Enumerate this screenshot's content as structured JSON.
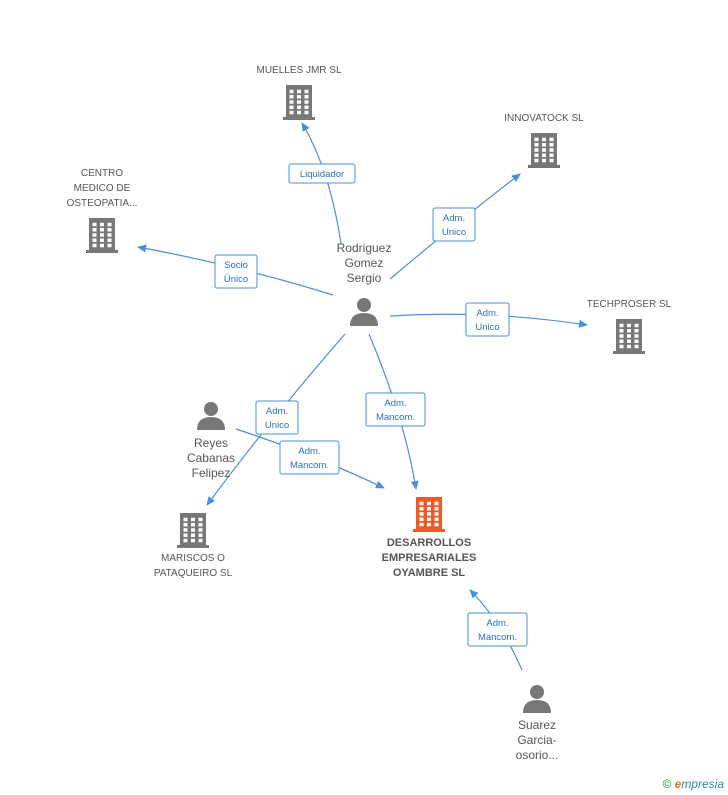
{
  "colors": {
    "edge": "#4a8fdc",
    "node_icon": "#777777",
    "main_icon": "#f05a28",
    "text": "#555555"
  },
  "nodes": {
    "muelles": {
      "type": "company",
      "label": [
        "MUELLES JMR SL"
      ]
    },
    "innovatock": {
      "type": "company",
      "label": [
        "INNOVATOCK SL"
      ]
    },
    "centro": {
      "type": "company",
      "label": [
        "CENTRO",
        "MEDICO DE",
        "OSTEOPATIA..."
      ]
    },
    "techproser": {
      "type": "company",
      "label": [
        "TECHPROSER SL"
      ]
    },
    "mariscos": {
      "type": "company",
      "label": [
        "MARISCOS O",
        "PATAQUEIRO  SL"
      ]
    },
    "desarrollos": {
      "type": "main-company",
      "label": [
        "DESARROLLOS",
        "EMPRESARIALES",
        "OYAMBRE SL"
      ]
    },
    "rodriguez": {
      "type": "person",
      "label": [
        "Rodriguez",
        "Gomez",
        "Sergio"
      ]
    },
    "reyes": {
      "type": "person",
      "label": [
        "Reyes",
        "Cabanas",
        "Felipez"
      ]
    },
    "suarez": {
      "type": "person",
      "label": [
        "Suarez",
        "Garcia-",
        "osorio..."
      ]
    }
  },
  "edges": [
    {
      "id": "rodriguez-muelles",
      "label": [
        "Liquidador"
      ]
    },
    {
      "id": "rodriguez-innovatock",
      "label": [
        "Adm.",
        "Unico"
      ]
    },
    {
      "id": "rodriguez-centro",
      "label": [
        "Socio",
        "Único"
      ]
    },
    {
      "id": "rodriguez-techproser",
      "label": [
        "Adm.",
        "Unico"
      ]
    },
    {
      "id": "rodriguez-mariscos",
      "label": [
        "Adm.",
        "Unico"
      ]
    },
    {
      "id": "rodriguez-desarrollos",
      "label": [
        "Adm.",
        "Mancom."
      ]
    },
    {
      "id": "reyes-desarrollos",
      "label": [
        "Adm.",
        "Mancom."
      ]
    },
    {
      "id": "suarez-desarrollos",
      "label": [
        "Adm.",
        "Mancom."
      ]
    }
  ],
  "watermark": {
    "copyright": "©",
    "brand_first": "e",
    "brand_rest": "mpresia"
  }
}
